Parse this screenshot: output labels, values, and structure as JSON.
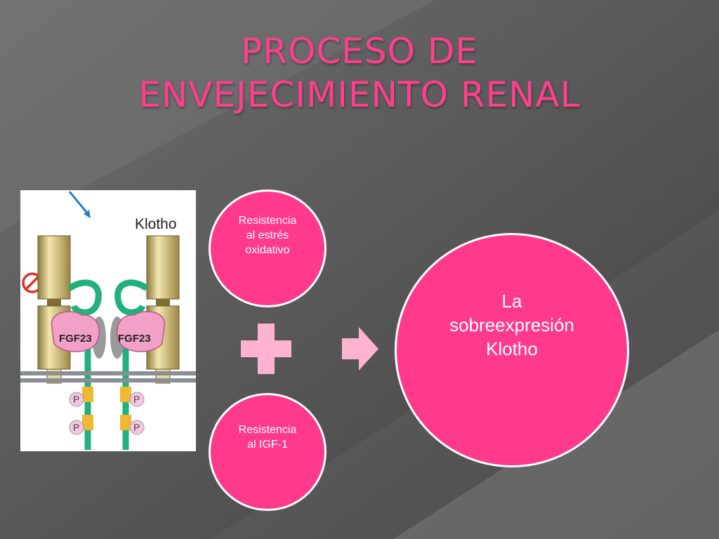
{
  "slide": {
    "title_lines": [
      "PROCESO DE",
      "ENVEJECIMIENTO RENAL"
    ],
    "colors": {
      "title": "#ff3f8e",
      "circle_fill": "#ff3a8c",
      "circle_border": "#ffffff",
      "connector": "#ffb3d1"
    }
  },
  "figure": {
    "klotho_label": "Klotho",
    "fgf23_label": "FGF23",
    "phosphate_label": "P"
  },
  "circles": {
    "top": {
      "lines": [
        "Resistencia",
        "al estrés",
        "oxidativo"
      ]
    },
    "bottom": {
      "lines": [
        "Resistencia",
        "al IGF-1"
      ]
    },
    "result": {
      "lines": [
        "La",
        "sobreexpresión",
        "Klotho"
      ]
    }
  },
  "icons": {
    "plus": "plus-icon",
    "arrow": "arrow-right-icon",
    "inhibit": "no-entry-icon"
  }
}
